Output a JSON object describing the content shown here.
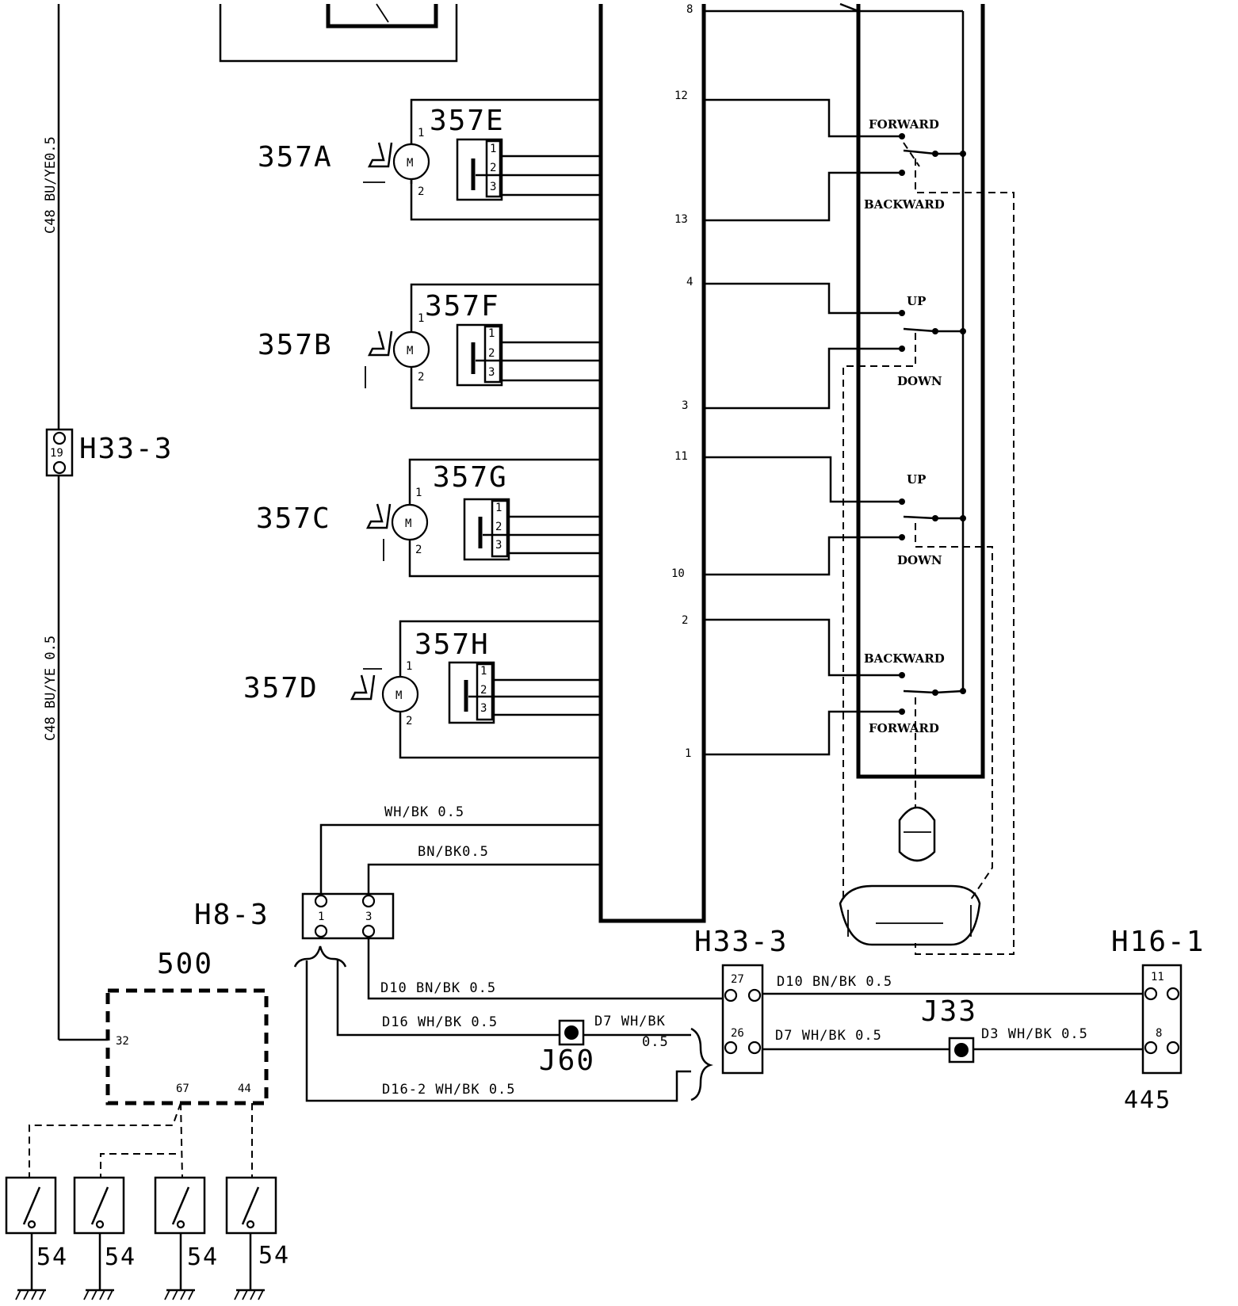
{
  "components": {
    "motor_a": "357A",
    "motor_b": "357B",
    "motor_c": "357C",
    "motor_d": "357D",
    "sensor_e": "357E",
    "sensor_f": "357F",
    "sensor_g": "357G",
    "sensor_h": "357H",
    "motor_symbol": "M",
    "control_unit": "500"
  },
  "connectors": {
    "h33_left": "H33-3",
    "h33_left_pin": "19",
    "h8": "H8-3",
    "h8_pins": [
      "1",
      "3"
    ],
    "h33_bottom": "H33-3",
    "h33_bottom_pins": [
      "27",
      "26"
    ],
    "h16": "H16-1",
    "h16_pins": [
      "11",
      "8"
    ],
    "h16_sub": "445",
    "j60": "J60",
    "j33": "J33"
  },
  "motor_pins": [
    "1",
    "2"
  ],
  "sensor_pins": [
    "1",
    "2",
    "3"
  ],
  "switch_pins": [
    "8",
    "12",
    "13",
    "4",
    "3",
    "11",
    "10",
    "2",
    "1"
  ],
  "switch_labels": {
    "s1_top": "FORWARD",
    "s1_bottom": "BACKWARD",
    "s2_top": "UP",
    "s2_bottom": "DOWN",
    "s3_top": "UP",
    "s3_bottom": "DOWN",
    "s4_top": "BACKWARD",
    "s4_bottom": "FORWARD"
  },
  "wires": {
    "c48_top": "C48 BU/YE0.5",
    "c48_bottom": "C48 BU/YE 0.5",
    "wh_bk": "WH/BK 0.5",
    "bn_bk": "BN/BK0.5",
    "d10_a": "D10 BN/BK 0.5",
    "d16": "D16 WH/BK 0.5",
    "d7_a": "D7 WH/BK",
    "d7_a2": "0.5",
    "d16_2": "D16-2 WH/BK  0.5",
    "d10_b": "D10 BN/BK 0.5",
    "d7_b": "D7 WH/BK 0.5",
    "d3": "D3 WH/BK 0.5"
  },
  "control_unit_pins": [
    "32",
    "67",
    "44"
  ],
  "ground_labels": [
    "54",
    "54",
    "54",
    "54"
  ]
}
